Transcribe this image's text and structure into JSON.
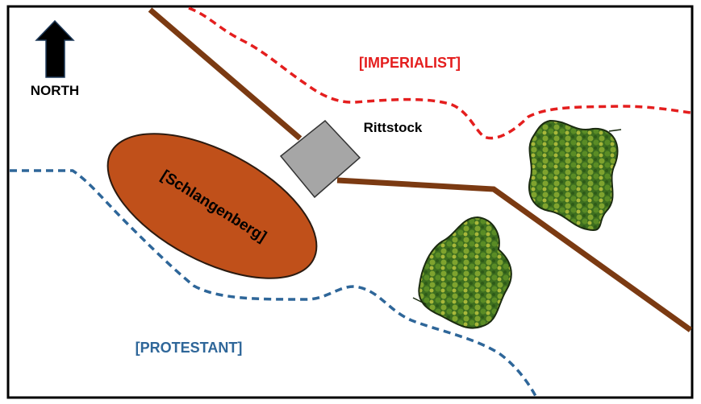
{
  "map": {
    "north_label": "NORTH",
    "imperialist_label": "[IMPERIALIST]",
    "protestant_label": "[PROTESTANT]",
    "village_label": "Rittstock",
    "hill_label": "[Schlangenberg]"
  },
  "colors": {
    "imperialist": "#E41E1E",
    "protestant": "#2E6699",
    "road": "#7B3A12",
    "hill": "#C0501A",
    "village": "#A6A6A6",
    "forest": "#3F7A22"
  }
}
